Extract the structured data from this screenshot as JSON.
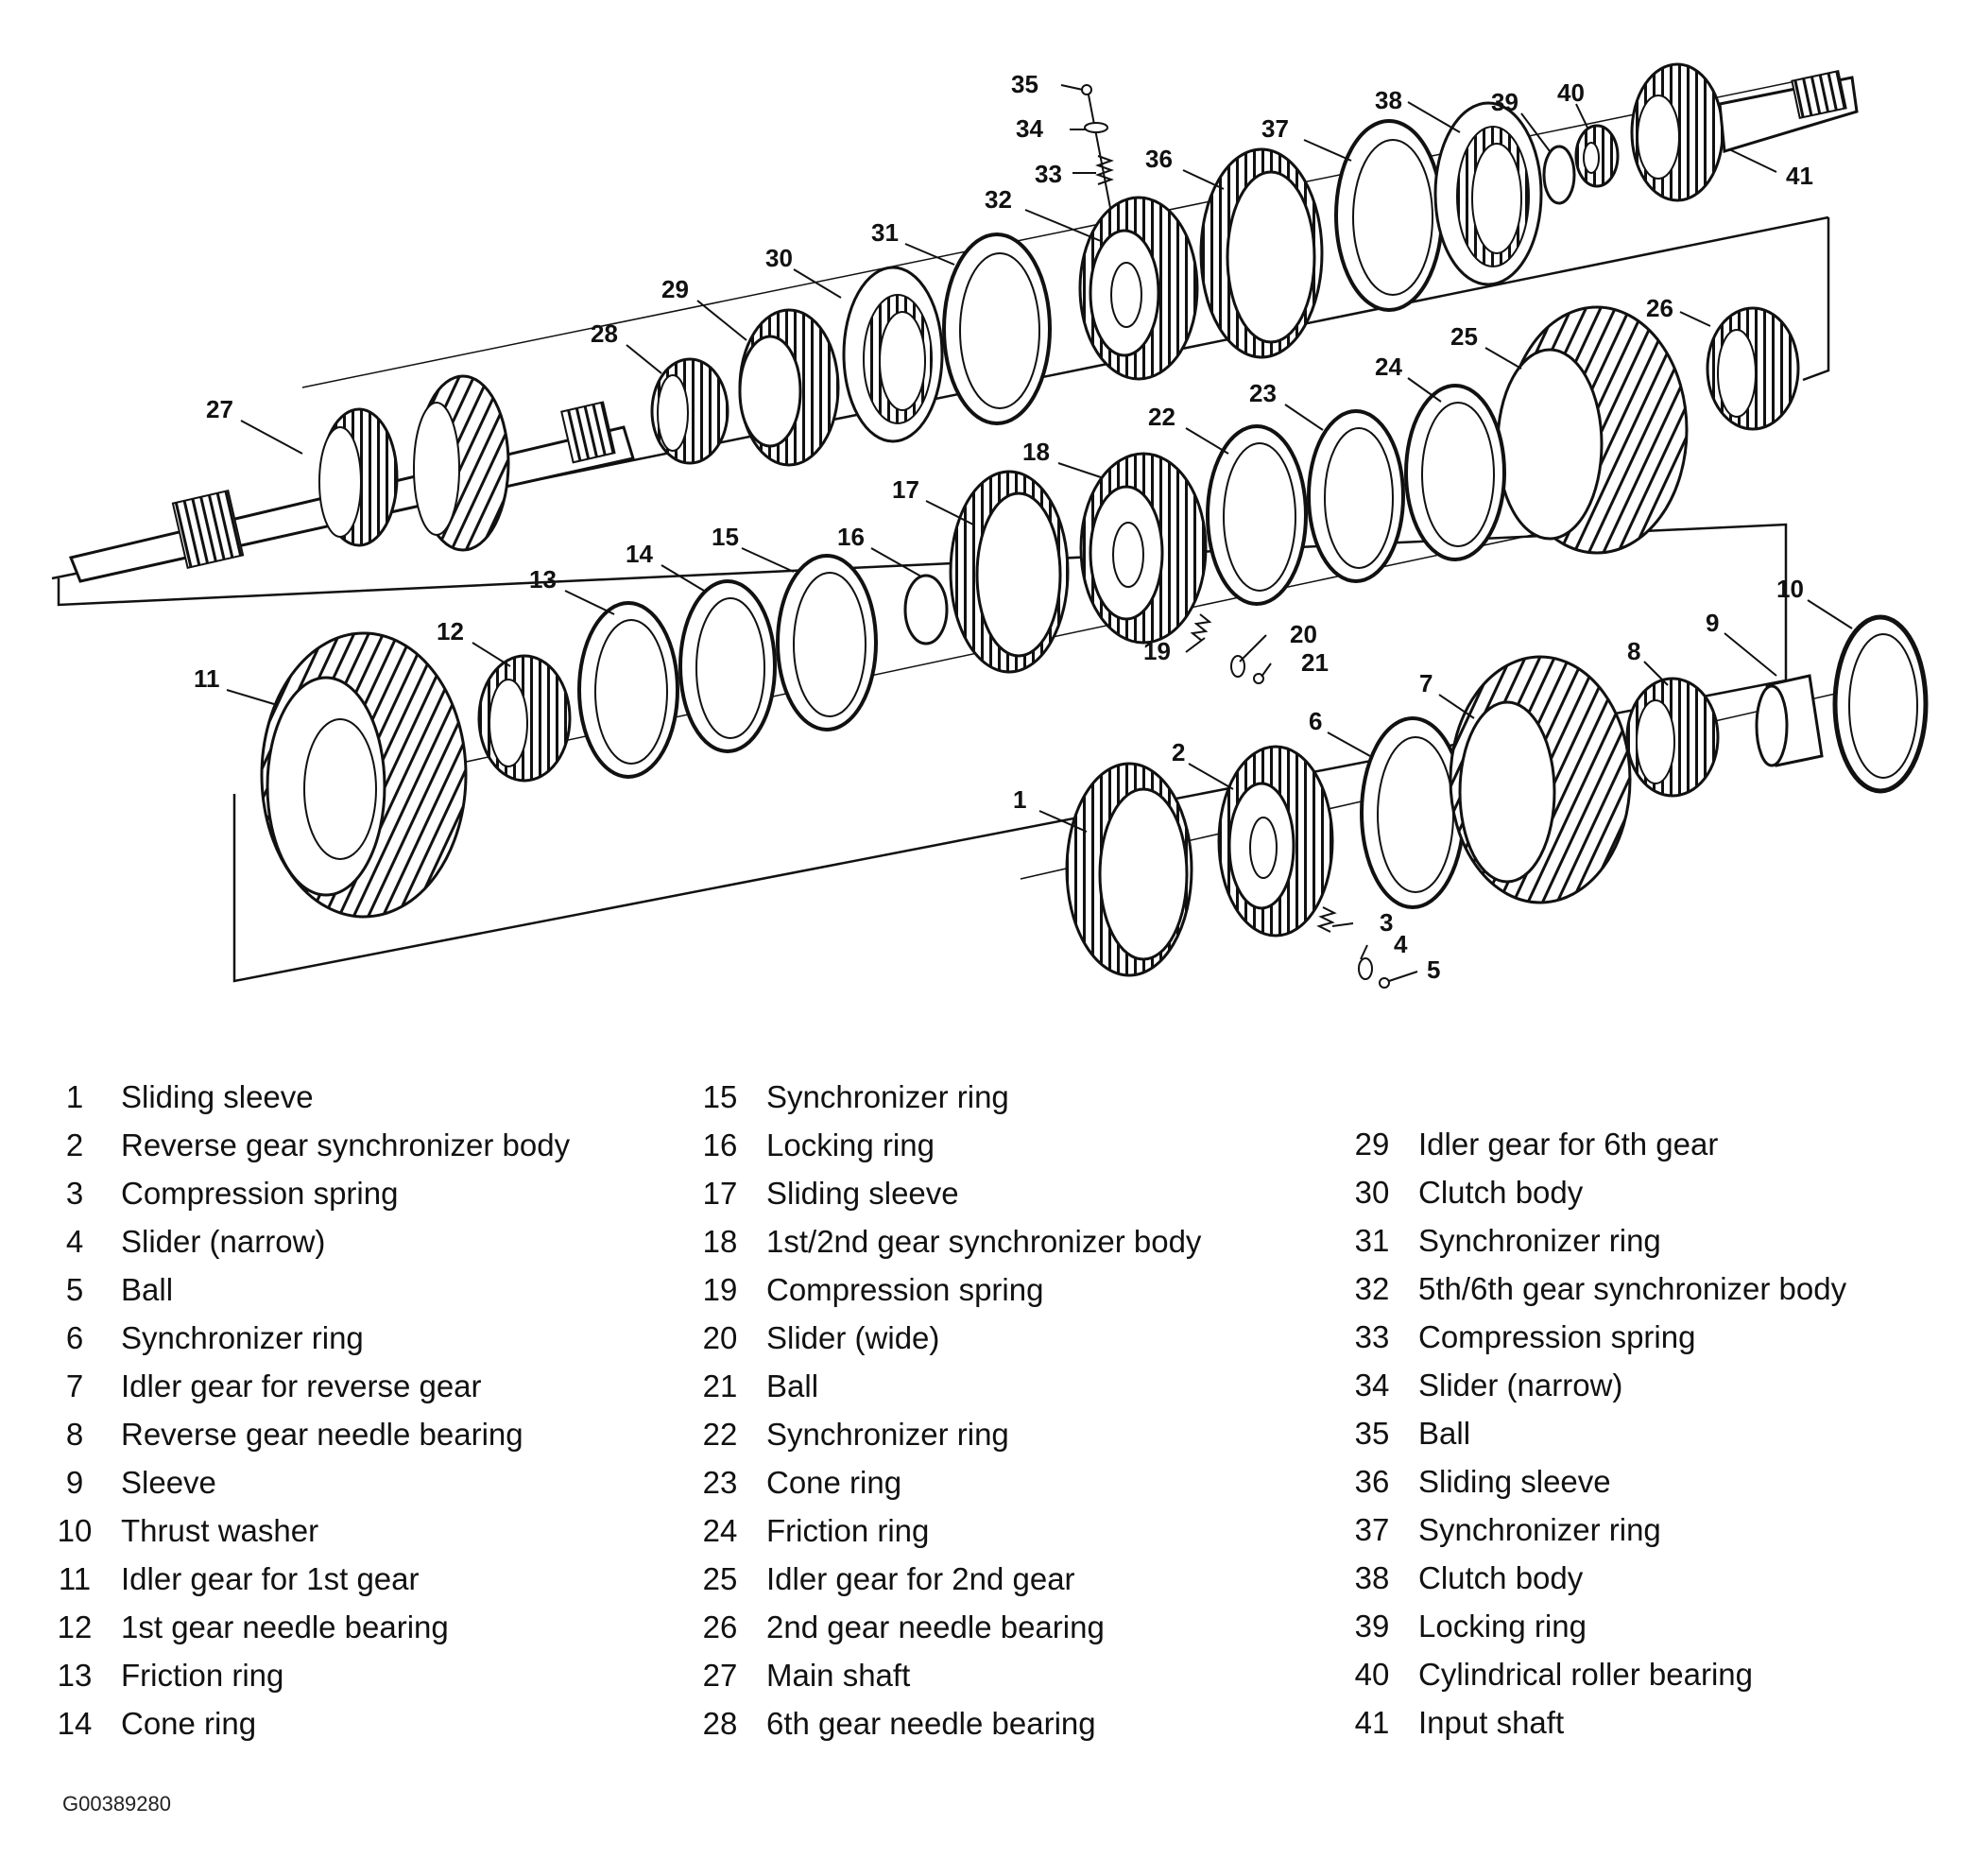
{
  "figure_code": "G00389280",
  "callout_ids": [
    "1",
    "2",
    "3",
    "4",
    "5",
    "6",
    "7",
    "8",
    "9",
    "10",
    "11",
    "12",
    "13",
    "14",
    "15",
    "16",
    "17",
    "18",
    "19",
    "20",
    "21",
    "22",
    "23",
    "24",
    "25",
    "26",
    "27",
    "28",
    "29",
    "30",
    "31",
    "32",
    "33",
    "34",
    "35",
    "36",
    "37",
    "38",
    "39",
    "40",
    "41"
  ],
  "legend": {
    "col1": [
      {
        "num": "1",
        "label": "Sliding sleeve"
      },
      {
        "num": "2",
        "label": "Reverse gear synchronizer body"
      },
      {
        "num": "3",
        "label": "Compression spring"
      },
      {
        "num": "4",
        "label": "Slider (narrow)"
      },
      {
        "num": "5",
        "label": "Ball"
      },
      {
        "num": "6",
        "label": "Synchronizer ring"
      },
      {
        "num": "7",
        "label": "Idler gear for reverse gear"
      },
      {
        "num": "8",
        "label": "Reverse gear needle bearing"
      },
      {
        "num": "9",
        "label": "Sleeve"
      },
      {
        "num": "10",
        "label": "Thrust washer"
      },
      {
        "num": "11",
        "label": "Idler gear for 1st gear"
      },
      {
        "num": "12",
        "label": "1st gear needle bearing"
      },
      {
        "num": "13",
        "label": "Friction ring"
      },
      {
        "num": "14",
        "label": "Cone ring"
      }
    ],
    "col2": [
      {
        "num": "15",
        "label": "Synchronizer ring"
      },
      {
        "num": "16",
        "label": "Locking ring"
      },
      {
        "num": "17",
        "label": "Sliding sleeve"
      },
      {
        "num": "18",
        "label": "1st/2nd gear synchronizer body"
      },
      {
        "num": "19",
        "label": "Compression spring"
      },
      {
        "num": "20",
        "label": "Slider (wide)"
      },
      {
        "num": "21",
        "label": "Ball"
      },
      {
        "num": "22",
        "label": "Synchronizer ring"
      },
      {
        "num": "23",
        "label": "Cone ring"
      },
      {
        "num": "24",
        "label": "Friction ring"
      },
      {
        "num": "25",
        "label": "Idler gear for 2nd gear"
      },
      {
        "num": "26",
        "label": "2nd gear needle bearing"
      },
      {
        "num": "27",
        "label": "Main shaft"
      },
      {
        "num": "28",
        "label": "6th gear needle bearing"
      }
    ],
    "col3": [
      {
        "num": "29",
        "label": "Idler gear for 6th gear"
      },
      {
        "num": "30",
        "label": "Clutch body"
      },
      {
        "num": "31",
        "label": "Synchronizer ring"
      },
      {
        "num": "32",
        "label": "5th/6th gear synchronizer body"
      },
      {
        "num": "33",
        "label": "Compression spring"
      },
      {
        "num": "34",
        "label": "Slider (narrow)"
      },
      {
        "num": "35",
        "label": "Ball"
      },
      {
        "num": "36",
        "label": "Sliding sleeve"
      },
      {
        "num": "37",
        "label": "Synchronizer ring"
      },
      {
        "num": "38",
        "label": "Clutch body"
      },
      {
        "num": "39",
        "label": "Locking ring"
      },
      {
        "num": "40",
        "label": "Cylindrical roller bearing"
      },
      {
        "num": "41",
        "label": "Input shaft"
      }
    ]
  }
}
